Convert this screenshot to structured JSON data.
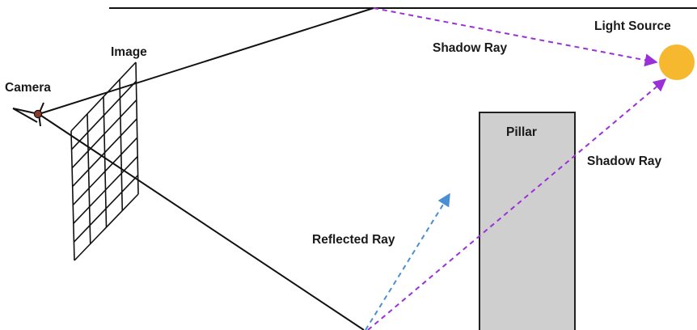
{
  "labels": {
    "camera": "Camera",
    "image": "Image",
    "light_source": "Light Source",
    "pillar": "Pillar",
    "shadow_ray_top": "Shadow Ray",
    "shadow_ray_right": "Shadow Ray",
    "reflected_ray": "Reflected Ray"
  },
  "colors": {
    "line": "#111111",
    "shadow_ray": "#9b30d9",
    "reflected_ray": "#4a8fd4",
    "light": "#f5b82e",
    "pillar_fill": "#cfcfcf",
    "pillar_stroke": "#222222",
    "camera_dot": "#8b3a2a"
  }
}
